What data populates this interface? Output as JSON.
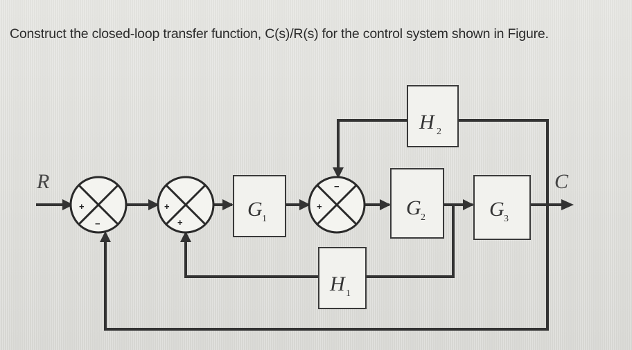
{
  "question": "Construct the closed-loop transfer function, C(s)/R(s) for the control system shown in Figure.",
  "signals": {
    "input": "R",
    "output": "C"
  },
  "blocks": {
    "g1": {
      "symbol": "G",
      "subscript": "1"
    },
    "g2": {
      "symbol": "G",
      "subscript": "2"
    },
    "g3": {
      "symbol": "G",
      "subscript": "3"
    },
    "h1": {
      "symbol": "H",
      "subscript": "1"
    },
    "h2": {
      "symbol": "H",
      "subscript": "2"
    }
  },
  "summers": {
    "s1": {
      "left": "+",
      "bottom": "−"
    },
    "s2": {
      "left": "+",
      "bottom": "+"
    },
    "s3": {
      "left": "+",
      "top": "−"
    }
  }
}
